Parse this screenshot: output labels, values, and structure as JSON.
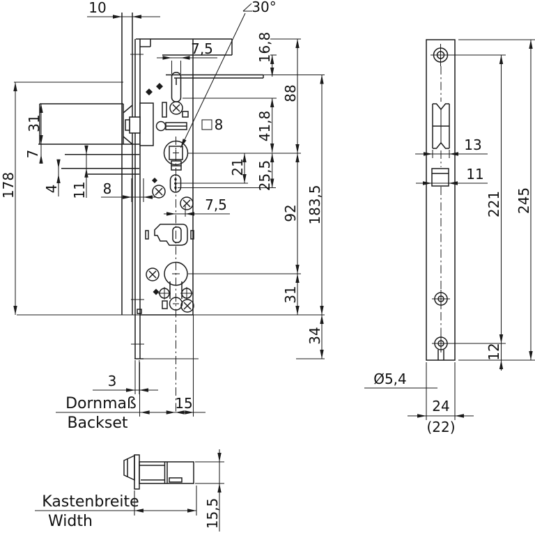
{
  "drawing": {
    "front_view": {
      "dims": {
        "plate_offset": "10",
        "angle": "30°",
        "latch_slot_width": "7,5",
        "latch_top": "16,8",
        "case_top_to_follower": "88",
        "latch_to_follower": "41,8",
        "square_follower": "8",
        "follower_to_hole": "21",
        "hole_offset": "25,5",
        "handle_box_height": "31",
        "handle_box_7": "7",
        "total_height": "178",
        "spindle_gap_4": "4",
        "spindle_gap_11": "11",
        "hub_depth": "8",
        "follower_to_cylinder": "92",
        "cutout_height": "183,5",
        "cylinder_offset": "7,5",
        "cylinder_to_bottom": "31",
        "bottom_extension": "34",
        "faceplate_thickness": "3",
        "backset_value": "15"
      },
      "labels": {
        "backset_de": "Dornmaß",
        "backset_en": "Backset"
      }
    },
    "faceplate_view": {
      "dims": {
        "latch_cutout_width": "13",
        "bolt_cutout_width": "11",
        "screw_distance": "221",
        "faceplate_length": "245",
        "hole_to_end": "12",
        "hole_diameter": "Ø5,4",
        "faceplate_width": "24",
        "faceplate_width_alt": "(22)"
      }
    },
    "top_view": {
      "dims": {
        "case_depth": "15,5"
      },
      "labels": {
        "width_de": "Kastenbreite",
        "width_en": "Width"
      }
    }
  }
}
